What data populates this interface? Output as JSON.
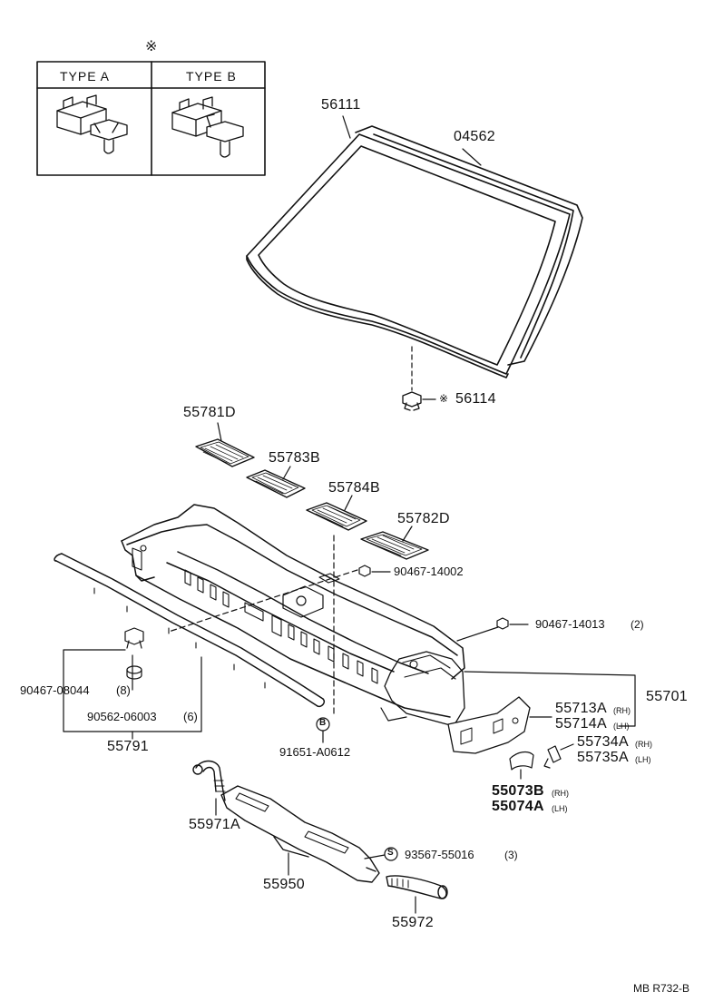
{
  "legend": {
    "marker": "※",
    "type_a": "TYPE A",
    "type_b": "TYPE B"
  },
  "parts": {
    "p56111": "56111",
    "p04562": "04562",
    "p56114_marker": "※",
    "p56114": "56114",
    "p55781D": "55781D",
    "p55783B": "55783B",
    "p55784B": "55784B",
    "p55782D": "55782D",
    "p90467_14002": "90467-14002",
    "p90467_14013": "90467-14013",
    "p90467_14013_qty": "(2)",
    "p55701": "55701",
    "p90467_08044": "90467-08044",
    "p90467_08044_qty": "(8)",
    "p90562_06003": "90562-06003",
    "p90562_06003_qty": "(6)",
    "p55791": "55791",
    "p91651_marker": "B",
    "p91651": "91651-A0612",
    "p55713A": "55713A",
    "p55713A_side": "(RH)",
    "p55714A": "55714A",
    "p55714A_side": "(LH)",
    "p55734A": "55734A",
    "p55734A_side": "(RH)",
    "p55735A": "55735A",
    "p55735A_side": "(LH)",
    "p55073B": "55073B",
    "p55073B_side": "(RH)",
    "p55074A": "55074A",
    "p55074A_side": "(LH)",
    "p55971A": "55971A",
    "p93567_marker": "S",
    "p93567": "93567-55016",
    "p93567_qty": "(3)",
    "p55950": "55950",
    "p55972": "55972"
  },
  "footer": {
    "ref": "MB R732-B"
  }
}
